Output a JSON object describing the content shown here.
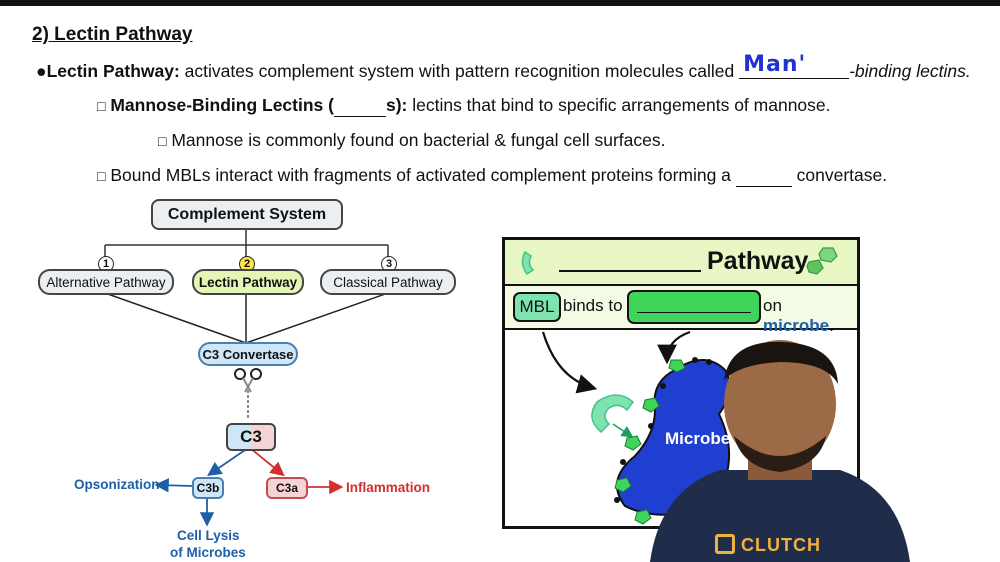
{
  "heading": "2) Lectin Pathway",
  "bullet1": {
    "bullet": "●",
    "term": "Lectin Pathway:",
    "text": " activates complement system with pattern recognition molecules called ",
    "handwriting": "Man'",
    "suffix": "-binding lectins."
  },
  "bullet2": {
    "box": "□",
    "term": "Mannose-Binding Lectins (",
    "term_end": "s):",
    "text": " lectins that bind to specific arrangements of mannose."
  },
  "bullet3": {
    "box": "□",
    "text": "Mannose is commonly found on bacterial & fungal cell surfaces."
  },
  "bullet4": {
    "box": "□",
    "text": "Bound MBLs interact with fragments of activated complement proteins forming a ",
    "suffix": " convertase."
  },
  "diagram": {
    "root": "Complement System",
    "pathways": [
      {
        "num": "1",
        "label": "Alternative Pathway"
      },
      {
        "num": "2",
        "label": "Lectin Pathway"
      },
      {
        "num": "3",
        "label": "Classical Pathway"
      }
    ],
    "convertase": "C3 Convertase",
    "c3": "C3",
    "c3b": "C3b",
    "c3a": "C3a",
    "opsonization": "Opsonization",
    "inflammation": "Inflammation",
    "lysis_line1": "Cell Lysis",
    "lysis_line2": "of Microbes"
  },
  "panel": {
    "title": "Pathway",
    "mbl": "MBL",
    "binds_to": "binds to",
    "on": "on",
    "microbe_word": "microbe",
    "period": ".",
    "microbe_label": "Microbe"
  },
  "brand": "CLUTCH",
  "colors": {
    "lectin_fill": "#e4f5b4",
    "convertase_fill": "#cfe6f7",
    "c3a_fill": "#f7d4d4",
    "blue_text": "#1f5fa8",
    "red_text": "#d32f2f",
    "green": "#45c487",
    "mint": "#7fe3b0",
    "microbe_blue": "#1f3fd0"
  }
}
